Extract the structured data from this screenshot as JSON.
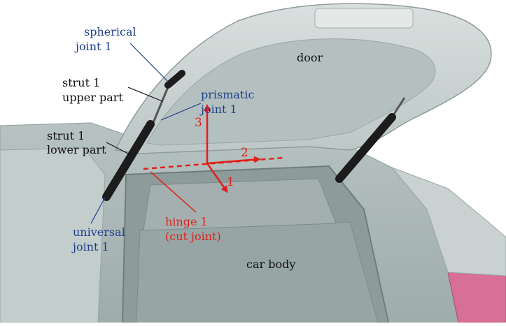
{
  "colors": {
    "black_label": "#111111",
    "blue_label": "#1f3f8c",
    "red_label": "#e0201c",
    "car_body": "#a8b6b5",
    "door": "#c6d0cf",
    "strut": "#1c1c1c",
    "taillight": "#d86f95"
  },
  "labels": {
    "door": "door",
    "car_body": "car body",
    "spherical_joint_line1": "spherical",
    "spherical_joint_line2": "joint 1",
    "strut_upper_line1": "strut 1",
    "strut_upper_line2": "upper part",
    "prismatic_joint_line1": "prismatic",
    "prismatic_joint_line2": "joint 1",
    "strut_lower_line1": "strut 1",
    "strut_lower_line2": "lower part",
    "universal_joint_line1": "universal",
    "universal_joint_line2": "joint 1",
    "hinge_line1": "hinge 1",
    "hinge_line2": "(cut joint)"
  },
  "axes": {
    "axis_1": "1",
    "axis_2": "2",
    "axis_3": "3"
  }
}
